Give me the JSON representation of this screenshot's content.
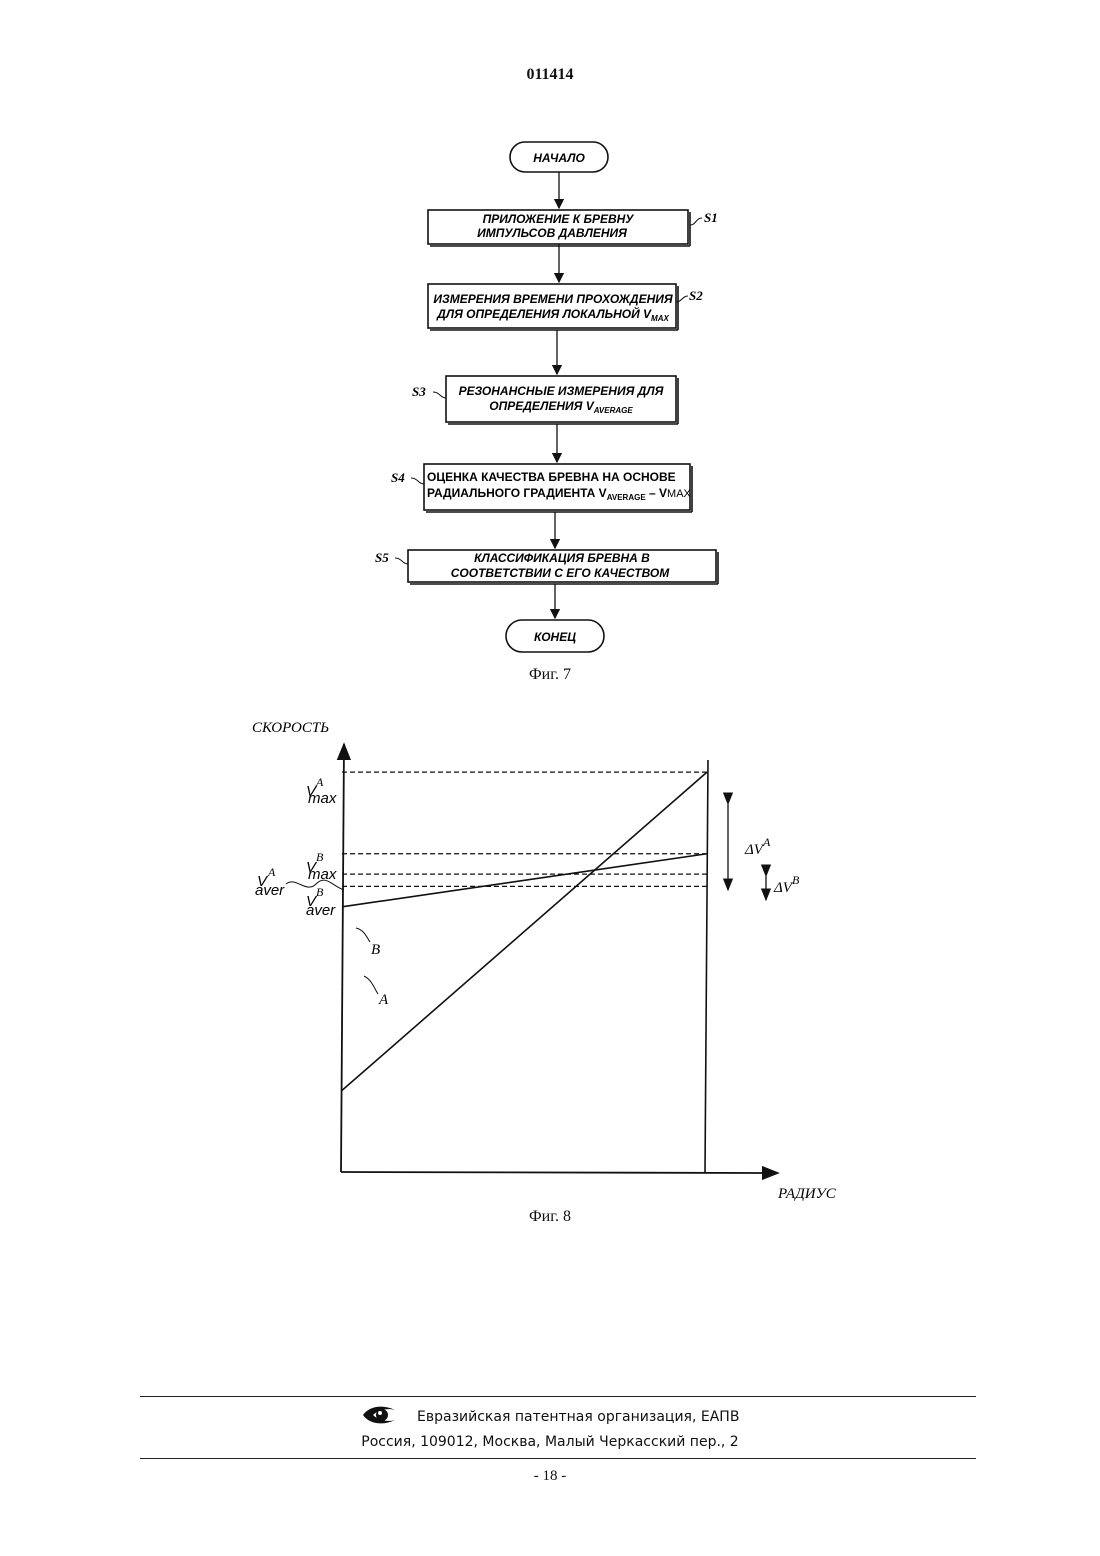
{
  "document_number": "011414",
  "fig7": {
    "caption": "Фиг. 7",
    "start": "НАЧАЛО",
    "end": "КОНЕЦ",
    "steps": [
      {
        "label": "S1",
        "line1": "ПРИЛОЖЕНИЕ К БРЕВНУ",
        "line2": "ИМПУЛЬСОВ ДАВЛЕНИЯ"
      },
      {
        "label": "S2",
        "line1": "ИЗМЕРЕНИЯ ВРЕМЕНИ ПРОХОЖДЕНИЯ",
        "line2": "ДЛЯ ОПРЕДЕЛЕНИЯ ЛОКАЛЬНОЙ V",
        "line2_sub": "MAX"
      },
      {
        "label": "S3",
        "line1": "РЕЗОНАНСНЫЕ ИЗМЕРЕНИЯ ДЛЯ",
        "line2": "ОПРЕДЕЛЕНИЯ V",
        "line2_sub": "AVERAGE"
      },
      {
        "label": "S4",
        "line1": "ОЦЕНКА КАЧЕСТВА БРЕВНА НА ОСНОВЕ",
        "line2": "РАДИАЛЬНОГО ГРАДИЕНТА V",
        "line2_sub": "AVERAGE",
        "line2_tail": " – V",
        "line2_tail_sub": "MAX"
      },
      {
        "label": "S5",
        "line1": "КЛАССИФИКАЦИЯ БРЕВНА В",
        "line2": "СООТВЕТСТВИИ С ЕГО КАЧЕСТВОМ"
      }
    ]
  },
  "fig8": {
    "caption": "Фиг. 8",
    "ylabel": "СКОРОСТЬ",
    "xlabel": "РАДИУС",
    "v_max_a": {
      "base": "V",
      "sup": "A",
      "sub": "max"
    },
    "v_max_b": {
      "base": "V",
      "sup": "B",
      "sub": "max"
    },
    "v_aver_a": {
      "base": "V",
      "sup": "A",
      "sub": "aver"
    },
    "v_aver_b": {
      "base": "V",
      "sup": "B",
      "sub": "aver"
    },
    "delta_a": {
      "base": "ΔV",
      "sup": "A"
    },
    "delta_b": {
      "base": "ΔV",
      "sup": "B"
    },
    "line_a_label": "A",
    "line_b_label": "B"
  },
  "chart_data": {
    "type": "line",
    "title": "",
    "xlabel": "РАДИУС",
    "ylabel": "СКОРОСТЬ",
    "x": [
      0,
      1
    ],
    "series": [
      {
        "name": "A",
        "values": [
          0.2,
          0.98
        ]
      },
      {
        "name": "B",
        "values": [
          0.65,
          0.78
        ]
      }
    ],
    "reference_lines": [
      {
        "name": "V max A",
        "value": 0.98
      },
      {
        "name": "V max B",
        "value": 0.78
      },
      {
        "name": "V aver A",
        "value": 0.73
      },
      {
        "name": "V aver B",
        "value": 0.7
      }
    ],
    "xlim": [
      0,
      1
    ],
    "ylim": [
      0,
      1
    ],
    "grid": false
  },
  "footer": {
    "org": "Евразийская патентная организация, ЕАПВ",
    "address": "Россия, 109012, Москва, Малый Черкасский пер., 2",
    "page": "- 18 -"
  }
}
